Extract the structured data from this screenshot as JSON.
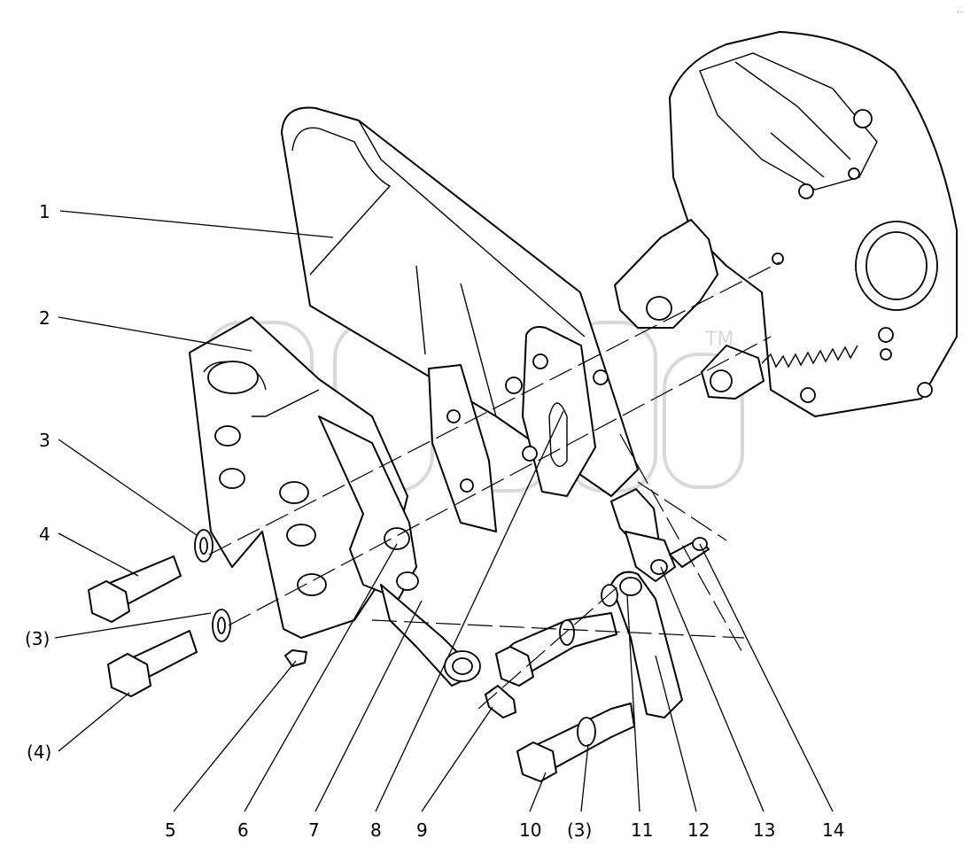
{
  "callouts": {
    "c1": "1",
    "c2": "2",
    "c3": "3",
    "c4": "4",
    "c3b": "(3)",
    "c4b": "(4)",
    "c5": "5",
    "c6": "6",
    "c7": "7",
    "c8": "8",
    "c9": "9",
    "c10": "10",
    "c3c": "(3)",
    "c11": "11",
    "c12": "12",
    "c13": "13",
    "c14": "14"
  },
  "watermark": {
    "mark": "TM"
  },
  "corner_mark": "..."
}
